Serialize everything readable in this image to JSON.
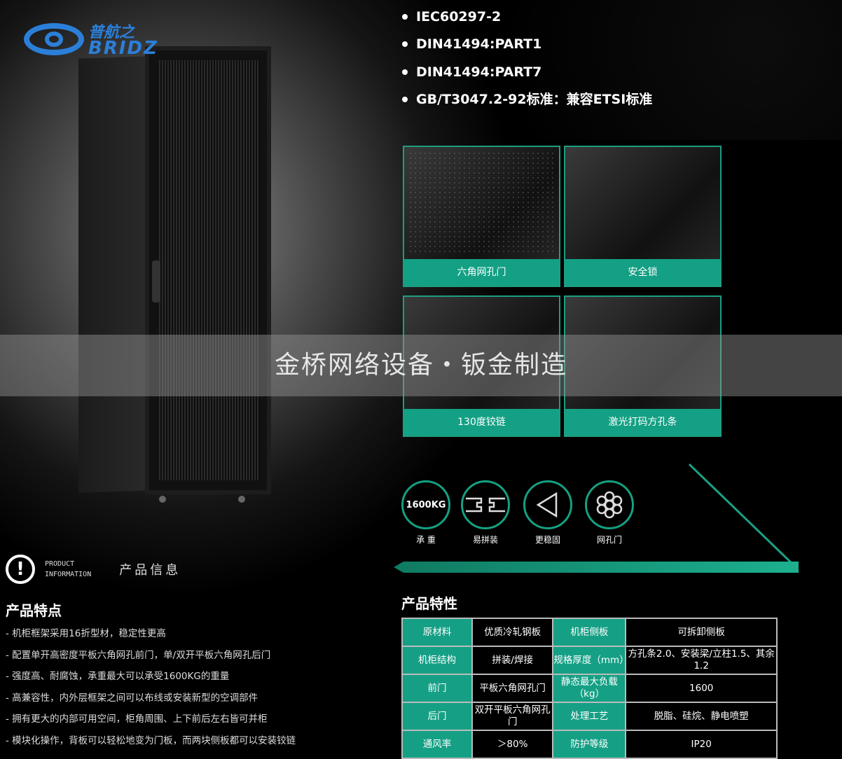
{
  "logo": {
    "cn": "普航之",
    "en": "BRIDZ"
  },
  "standards": [
    "IEC60297-2",
    "DIN41494:PART1",
    "DIN41494:PART7",
    "GB/T3047.2-92标准：兼容ETSI标准"
  ],
  "photos": [
    "六角网孔门",
    "安全锁",
    "130度铰链",
    "激光打码方孔条"
  ],
  "watermark": "金桥网络设备・钣金制造",
  "icons": [
    {
      "name": "承 重",
      "text": "1600KG"
    },
    {
      "name": "易拼装"
    },
    {
      "name": "更稳固"
    },
    {
      "name": "网孔门"
    }
  ],
  "product_info": {
    "en1": "PRODUCT",
    "en2": "INFORMATION",
    "cn": "产品信息"
  },
  "features_title": "产品特点",
  "features": [
    "- 机柜框架采用16折型材，稳定性更高",
    "- 配置单开高密度平板六角网孔前门，单/双开平板六角网孔后门",
    "- 强度高、耐腐蚀，承重最大可以承受1600KG的重量",
    "- 高兼容性，内外层框架之间可以布线或安装新型的空调部件",
    "- 拥有更大的内部可用空间，柜角周围、上下前后左右皆可并柜",
    "- 模块化操作，背板可以轻松地变为门板，而两块侧板都可以安装铰链"
  ],
  "spec_title": "产品特性",
  "spec": [
    [
      "原材料",
      "优质冷轧钢板",
      "机柜侧板",
      "可拆卸侧板"
    ],
    [
      "机柜结构",
      "拼装/焊接",
      "规格厚度（mm）",
      "方孔条2.0、安装梁/立柱1.5、其余1.2"
    ],
    [
      "前门",
      "平板六角网孔门",
      "静态最大负载（kg）",
      "1600"
    ],
    [
      "后门",
      "双开平板六角网孔门",
      "处理工艺",
      "脱脂、硅烷、静电喷塑"
    ],
    [
      "通风率",
      "＞80%",
      "防护等级",
      "IP20"
    ]
  ],
  "colors": {
    "accent": "#15a085",
    "logo": "#2b7fd8"
  }
}
